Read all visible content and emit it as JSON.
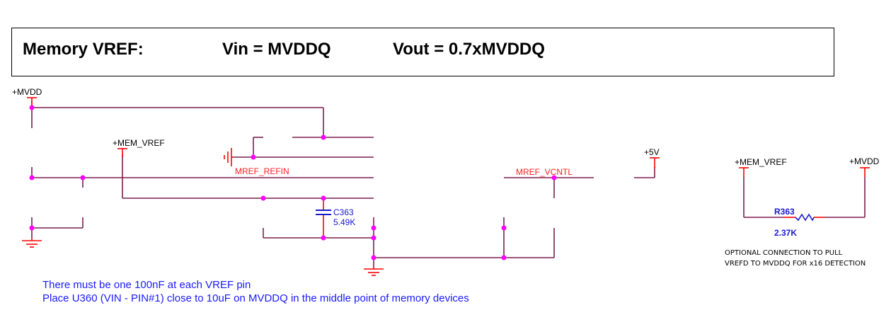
{
  "header": {
    "title": "Memory VREF:",
    "vin": "Vin = MVDDQ",
    "vout": "Vout = 0.7xMVDDQ"
  },
  "power_ports": {
    "mvdd_left": "+MVDD",
    "mem_vref_left": "+MEM_VREF",
    "p5v": "+5V",
    "mem_vref_right": "+MEM_VREF",
    "mvdd_right": "+MVDD"
  },
  "nets": {
    "mref_refin": "MREF_REFIN",
    "mref_vcntl": "MREF_VCNTL"
  },
  "components": {
    "c363": {
      "ref": "C363",
      "value": "5.49K"
    },
    "r363": {
      "ref": "R363",
      "value": "2.37K"
    }
  },
  "notes": {
    "optional_line1": "OPTIONAL CONNECTION TO PULL",
    "optional_line2": "VREFD TO MVDDQ FOR x16 DETECTION",
    "note_line1": "There must be one 100nF at each VREF pin",
    "note_line2": "Place U360 (VIN - PIN#1) close to 10uF on MVDDQ in the middle point of memory devices"
  },
  "colors": {
    "wire": "#7a1f4f",
    "junction": "#ff00ff",
    "power": "#ff0000",
    "net_label": "#ff2020",
    "component": "#1a1acc",
    "note": "#1a1aff"
  }
}
